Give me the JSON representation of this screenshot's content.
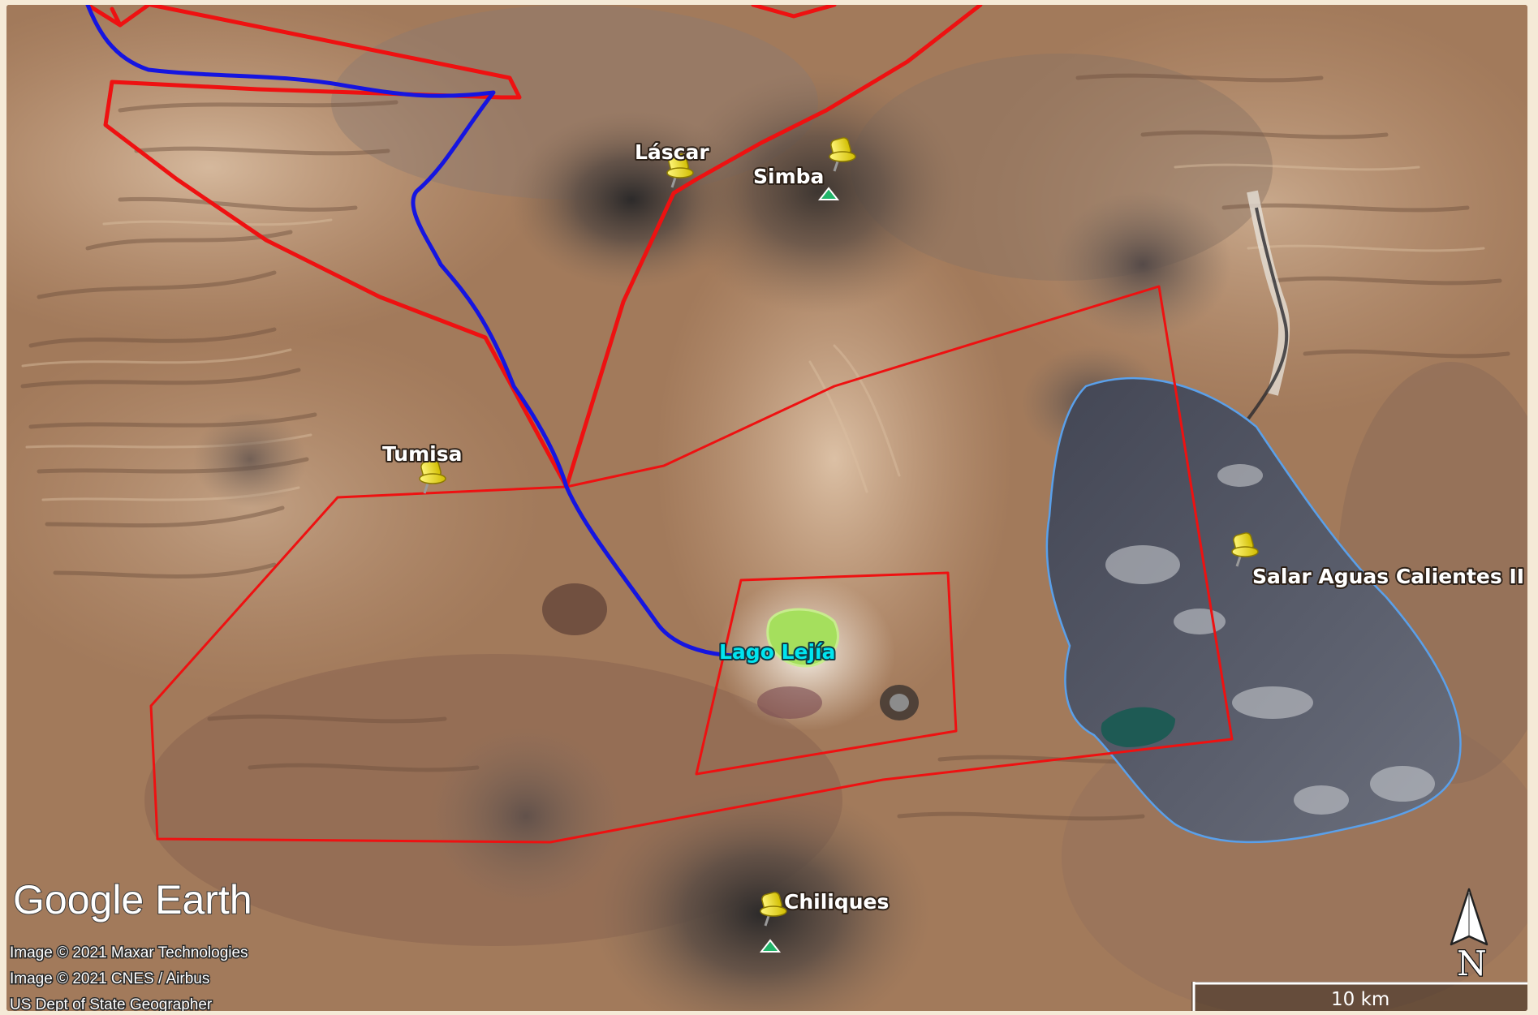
{
  "map": {
    "branding": "Google Earth",
    "credits": [
      "Image © 2021 Maxar Technologies",
      "Image © 2021 CNES / Airbus",
      "US Dept of State Geographer"
    ],
    "scale_bar": {
      "label": "10 km"
    },
    "north_arrow": {
      "label": "N"
    },
    "placemarks": [
      {
        "label": "Láscar",
        "icon": "pushpin-icon",
        "color": "#f2e11a"
      },
      {
        "label": "Simba",
        "icon": "pushpin-icon",
        "color": "#f2e11a"
      },
      {
        "label": "Tumisa",
        "icon": "pushpin-icon",
        "color": "#f2e11a"
      },
      {
        "label": "Lago Lejía",
        "icon": "lake-polygon",
        "color": "#9edb5a"
      },
      {
        "label": "Salar Aguas Calientes II",
        "icon": "pushpin-icon",
        "color": "#f2e11a"
      },
      {
        "label": "Chiliques",
        "icon": "pushpin-icon",
        "color": "#f2e11a"
      }
    ],
    "colors": {
      "boundary": "#ee1111",
      "route": "#1515e0",
      "salar_outline": "#5aa0ea",
      "pin": "#f2e11a",
      "summit_marker": "#22b56a"
    }
  }
}
